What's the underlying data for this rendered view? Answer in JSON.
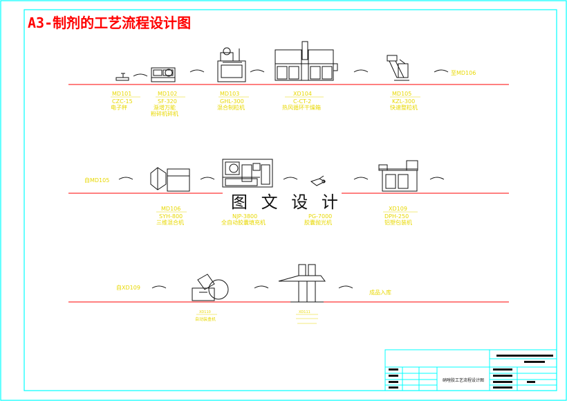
{
  "sheet_title": "A3-制剂的工艺流程设计图",
  "watermark": "图 文 设 计",
  "colors": {
    "frame": "#00ffff",
    "flow_line": "#ff0000",
    "label": "#e8d800",
    "title": "#ff0000"
  },
  "row1": {
    "machines": [
      {
        "code": "MD101",
        "model": "CZC-15",
        "name": "电子秤"
      },
      {
        "code": "MD102",
        "model": "SF-320",
        "name": "渐增万能",
        "name2": "粉碎机碎机"
      },
      {
        "code": "MD103",
        "model": "GHL-300",
        "name": "混合制粒机"
      },
      {
        "code": "XD104",
        "model": "C-CT-2",
        "name": "热风循环干燥箱"
      },
      {
        "code": "MD105",
        "model": "KZL-300",
        "name": "快速整粒机"
      }
    ],
    "end_note": "至MD106"
  },
  "row2": {
    "start_note": "自MD105",
    "machines": [
      {
        "code": "MD106",
        "model": "SYH-800",
        "name": "三维混合机"
      },
      {
        "code": "",
        "model": "NJP-3800",
        "name": "全自动胶囊填充机"
      },
      {
        "code": "",
        "model": "PG-7000",
        "name": "胶囊抛光机"
      },
      {
        "code": "XD109",
        "model": "DPH-250",
        "name": "铝塑包装机"
      }
    ]
  },
  "row3": {
    "start_note": "自XD109",
    "machines": [
      {
        "code": "XD110",
        "model": "",
        "name": "自动装盒机"
      },
      {
        "code": "XD111",
        "model": "",
        "name": "",
        "name2": ""
      }
    ],
    "end_note": "成品入库"
  },
  "title_block": {
    "drawing_name": "硝唑胶工艺流程设计图"
  }
}
